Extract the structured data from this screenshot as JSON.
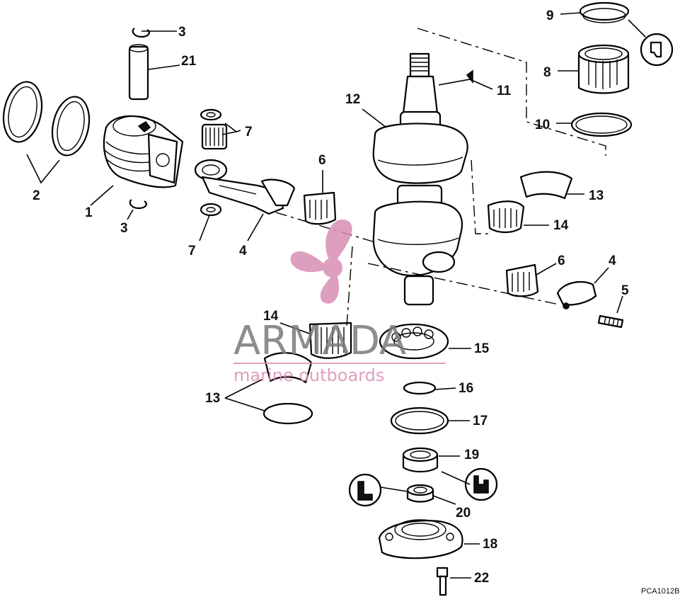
{
  "callouts": {
    "c1": "1",
    "c2": "2",
    "c3a": "3",
    "c3b": "3",
    "c4a": "4",
    "c4b": "4",
    "c5": "5",
    "c6a": "6",
    "c6b": "6",
    "c7a": "7",
    "c7b": "7",
    "c8": "8",
    "c9": "9",
    "c10": "10",
    "c11": "11",
    "c12": "12",
    "c13a": "13",
    "c13b": "13",
    "c14a": "14",
    "c14b": "14",
    "c15": "15",
    "c16": "16",
    "c17": "17",
    "c18": "18",
    "c19": "19",
    "c20": "20",
    "c21": "21",
    "c22": "22"
  },
  "drawing_code": "PCA1012B",
  "watermark": {
    "brand": "ARMADA",
    "tagline": "marine outboards",
    "color": "#d98fb4",
    "icon": "propeller-icon"
  },
  "symbols": [
    "sealant-tube-icon",
    "grease-tube-icon",
    "oil-can-icon"
  ]
}
